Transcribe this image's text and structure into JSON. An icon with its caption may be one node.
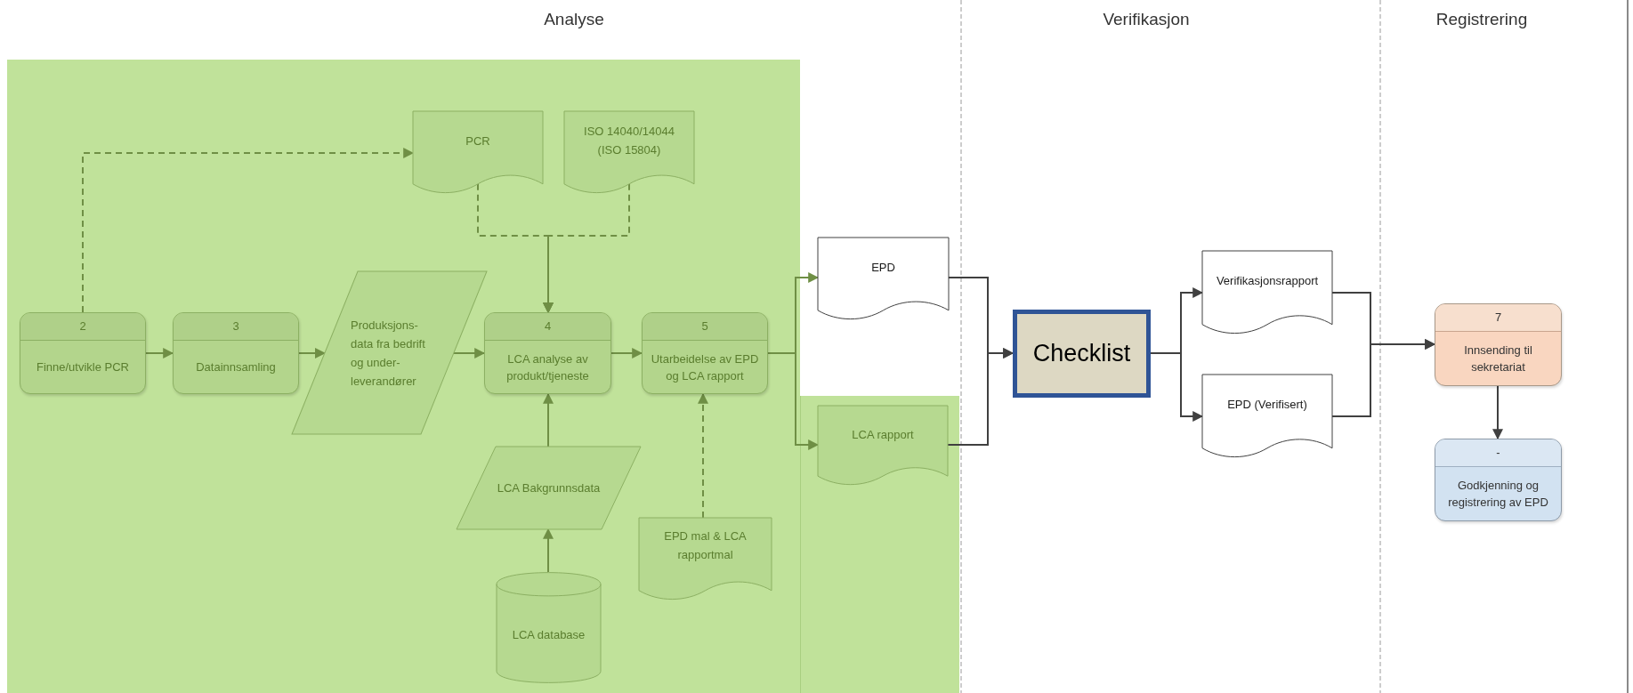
{
  "diagram": {
    "nodes": [
      {
        "text": [
          "2",
          "Finne/utvikle PCR"
        ]
      },
      {
        "text": [
          "3",
          "Datainnsamling"
        ]
      },
      {
        "text": [
          "Produksjons- data fra bedrift og under- leverandører"
        ]
      },
      {
        "text": [
          "PCR"
        ]
      },
      {
        "text": [
          "ISO 14040/14044 (ISO 15804)"
        ]
      },
      {
        "text": [
          "4",
          "LCA analyse av produkt/tjeneste"
        ]
      },
      {
        "text": [
          "5",
          "Utarbeidelse av EPD og LCA rapport"
        ]
      },
      {
        "text": [
          "EPD"
        ]
      },
      {
        "text": [
          "LCA rapport"
        ]
      },
      {
        "text": [
          "LCA Bakgrunnsdata"
        ]
      },
      {
        "text": [
          "EPD mal & LCA rapportmal"
        ]
      },
      {
        "text": [
          "LCA database"
        ]
      },
      {
        "text": [
          "Checklist"
        ]
      },
      {
        "text": [
          "Verifikasjonsrapport"
        ]
      },
      {
        "text": [
          "EPD (Verifisert)"
        ]
      },
      {
        "text": [
          "7",
          "Innsending til sekretariat"
        ]
      },
      {
        "text": [
          "-",
          "Godkjenning og registrering av EPD"
        ]
      }
    ],
    "edges": [
      {
        "from": 0,
        "to": 3,
        "arrow": "to",
        "style": "dashed"
      },
      {
        "from": 0,
        "to": 1,
        "arrow": "to"
      },
      {
        "from": 1,
        "to": 2,
        "arrow": "to"
      },
      {
        "from": 2,
        "to": 5,
        "arrow": "to"
      },
      {
        "from": 3,
        "to": 5,
        "arrow": "to",
        "style": "dashed"
      },
      {
        "from": 4,
        "to": 5,
        "arrow": "to",
        "style": "dashed"
      },
      {
        "from": 5,
        "to": 6,
        "arrow": "to"
      },
      {
        "from": 6,
        "to": 7,
        "arrow": "to"
      },
      {
        "from": 6,
        "to": 8,
        "arrow": "to"
      },
      {
        "from": 7,
        "to": 12,
        "arrow": "to",
        "color": "#404040"
      },
      {
        "from": 8,
        "to": 12,
        "arrow": "to",
        "color": "#404040"
      },
      {
        "from": 12,
        "to": 13,
        "arrow": "to",
        "color": "#404040"
      },
      {
        "from": 12,
        "to": 14,
        "arrow": "to",
        "color": "#404040"
      },
      {
        "from": 13,
        "to": 15,
        "arrow": "to",
        "color": "#404040"
      },
      {
        "from": 14,
        "to": 15,
        "arrow": "to",
        "color": "#404040"
      },
      {
        "from": 15,
        "to": 16,
        "arrow": "to",
        "color": "#404040"
      },
      {
        "from": 10,
        "to": 6,
        "arrow": "to",
        "style": "dashed"
      },
      {
        "from": 9,
        "to": 5,
        "arrow": "to"
      },
      {
        "from": 11,
        "to": 9,
        "arrow": "to"
      }
    ],
    "labels": [
      "Analyse",
      "Verifikasjon",
      "Registrering"
    ]
  }
}
